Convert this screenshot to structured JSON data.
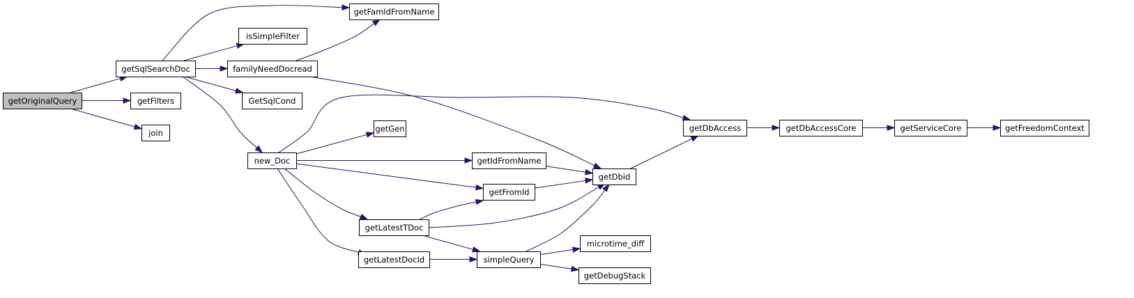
{
  "diagram": {
    "title": "",
    "nodes": [
      {
        "id": "getOriginalQuery",
        "label": "getOriginalQuery",
        "root": true
      },
      {
        "id": "getSqlSearchDoc",
        "label": "getSqlSearchDoc"
      },
      {
        "id": "getFilters",
        "label": "getFilters"
      },
      {
        "id": "join",
        "label": "join"
      },
      {
        "id": "getFamIdFromName",
        "label": "getFamIdFromName"
      },
      {
        "id": "isSimpleFilter",
        "label": "isSimpleFilter"
      },
      {
        "id": "familyNeedDocread",
        "label": "familyNeedDocread"
      },
      {
        "id": "GetSqlCond",
        "label": "GetSqlCond"
      },
      {
        "id": "new_Doc",
        "label": "new_Doc"
      },
      {
        "id": "getGen",
        "label": "getGen"
      },
      {
        "id": "getIdFromName",
        "label": "getIdFromName"
      },
      {
        "id": "getFromId",
        "label": "getFromId"
      },
      {
        "id": "getLatestTDoc",
        "label": "getLatestTDoc"
      },
      {
        "id": "getLatestDocId",
        "label": "getLatestDocId"
      },
      {
        "id": "simpleQuery",
        "label": "simpleQuery"
      },
      {
        "id": "microtime_diff",
        "label": "microtime_diff"
      },
      {
        "id": "getDebugStack",
        "label": "getDebugStack"
      },
      {
        "id": "getDbid",
        "label": "getDbid"
      },
      {
        "id": "getDbAccess",
        "label": "getDbAccess"
      },
      {
        "id": "getDbAccessCore",
        "label": "getDbAccessCore"
      },
      {
        "id": "getServiceCore",
        "label": "getServiceCore"
      },
      {
        "id": "getFreedomContext",
        "label": "getFreedomContext"
      }
    ],
    "edges": [
      {
        "from": "getOriginalQuery",
        "to": "getSqlSearchDoc"
      },
      {
        "from": "getOriginalQuery",
        "to": "getFilters"
      },
      {
        "from": "getOriginalQuery",
        "to": "join"
      },
      {
        "from": "getSqlSearchDoc",
        "to": "getFamIdFromName"
      },
      {
        "from": "getSqlSearchDoc",
        "to": "isSimpleFilter"
      },
      {
        "from": "getSqlSearchDoc",
        "to": "familyNeedDocread"
      },
      {
        "from": "getSqlSearchDoc",
        "to": "GetSqlCond"
      },
      {
        "from": "getSqlSearchDoc",
        "to": "new_Doc"
      },
      {
        "from": "familyNeedDocread",
        "to": "getFamIdFromName"
      },
      {
        "from": "familyNeedDocread",
        "to": "getDbid"
      },
      {
        "from": "new_Doc",
        "to": "getDbAccess"
      },
      {
        "from": "new_Doc",
        "to": "getGen"
      },
      {
        "from": "new_Doc",
        "to": "getIdFromName"
      },
      {
        "from": "new_Doc",
        "to": "getFromId"
      },
      {
        "from": "new_Doc",
        "to": "getLatestTDoc"
      },
      {
        "from": "new_Doc",
        "to": "getLatestDocId"
      },
      {
        "from": "getIdFromName",
        "to": "getDbid"
      },
      {
        "from": "getFromId",
        "to": "getDbid"
      },
      {
        "from": "getLatestTDoc",
        "to": "getFromId"
      },
      {
        "from": "getLatestTDoc",
        "to": "getDbid"
      },
      {
        "from": "getLatestTDoc",
        "to": "simpleQuery"
      },
      {
        "from": "getLatestDocId",
        "to": "simpleQuery"
      },
      {
        "from": "simpleQuery",
        "to": "getDbid"
      },
      {
        "from": "simpleQuery",
        "to": "microtime_diff"
      },
      {
        "from": "simpleQuery",
        "to": "getDebugStack"
      },
      {
        "from": "getDbid",
        "to": "getDbAccess"
      },
      {
        "from": "getDbAccess",
        "to": "getDbAccessCore"
      },
      {
        "from": "getDbAccessCore",
        "to": "getServiceCore"
      },
      {
        "from": "getServiceCore",
        "to": "getFreedomContext"
      }
    ]
  }
}
